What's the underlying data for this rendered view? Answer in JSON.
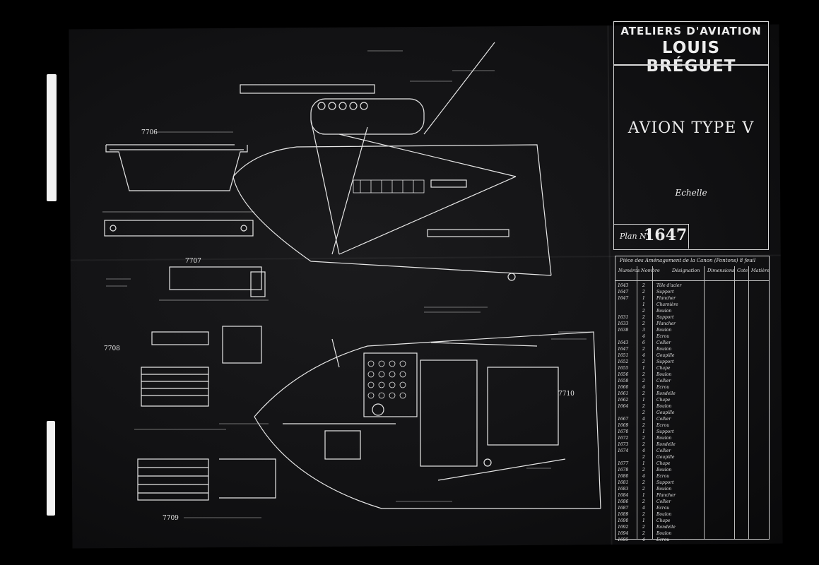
{
  "title_block": {
    "company_line1": "ATELIERS D'AVIATION",
    "company_line2": "LOUIS BRÉGUET",
    "aircraft": "AVION TYPE V",
    "echelle_label": "Echelle",
    "plan_label": "Plan N°",
    "plan_number": "1647"
  },
  "drawing_labels": {
    "part_7706": "7706",
    "part_7707": "7707",
    "part_7708": "7708",
    "part_7709": "7709",
    "part_7710": "7710"
  },
  "parts_list": {
    "title": "Pièce des Aménagement de la Canon (Pontons) 8 feuil",
    "headers": [
      "Numéros",
      "Nombre",
      "Désignation",
      "Dimensions",
      "Cote",
      "Matière"
    ],
    "rows": [
      [
        "1643",
        "2",
        "Tôle d'acier"
      ],
      [
        "1647",
        "2",
        "Support"
      ],
      [
        "1647",
        "1",
        "Plancher"
      ],
      [
        "",
        "1",
        "Charnière"
      ],
      [
        "",
        "2",
        "Boulon"
      ],
      [
        "1631",
        "2",
        "Support"
      ],
      [
        "1633",
        "2",
        "Plancher"
      ],
      [
        "1638",
        "3",
        "Boulon"
      ],
      [
        "",
        "4",
        "Ecrou"
      ],
      [
        "1643",
        "6",
        "Collier"
      ],
      [
        "1647",
        "2",
        "Boulon"
      ],
      [
        "1651",
        "4",
        "Goupille"
      ],
      [
        "1652",
        "2",
        "Support"
      ],
      [
        "1655",
        "1",
        "Chape"
      ],
      [
        "1656",
        "2",
        "Boulon"
      ],
      [
        "1658",
        "2",
        "Collier"
      ],
      [
        "1660",
        "4",
        "Ecrou"
      ],
      [
        "1661",
        "2",
        "Rondelle"
      ],
      [
        "1662",
        "1",
        "Chape"
      ],
      [
        "1664",
        "2",
        "Boulon"
      ],
      [
        "",
        "2",
        "Goupille"
      ],
      [
        "1667",
        "4",
        "Collier"
      ],
      [
        "1669",
        "2",
        "Ecrou"
      ],
      [
        "1670",
        "1",
        "Support"
      ],
      [
        "1672",
        "2",
        "Boulon"
      ],
      [
        "1673",
        "2",
        "Rondelle"
      ],
      [
        "1674",
        "4",
        "Collier"
      ],
      [
        "",
        "2",
        "Goupille"
      ],
      [
        "1677",
        "1",
        "Chape"
      ],
      [
        "1678",
        "2",
        "Boulon"
      ],
      [
        "1680",
        "4",
        "Ecrou"
      ],
      [
        "1681",
        "2",
        "Support"
      ],
      [
        "1683",
        "2",
        "Boulon"
      ],
      [
        "1684",
        "1",
        "Plancher"
      ],
      [
        "1686",
        "2",
        "Collier"
      ],
      [
        "1687",
        "4",
        "Ecrou"
      ],
      [
        "1689",
        "2",
        "Boulon"
      ],
      [
        "1690",
        "1",
        "Chape"
      ],
      [
        "1692",
        "2",
        "Rondelle"
      ],
      [
        "1694",
        "2",
        "Boulon"
      ],
      [
        "1695",
        "4",
        "Ecrou"
      ]
    ]
  }
}
